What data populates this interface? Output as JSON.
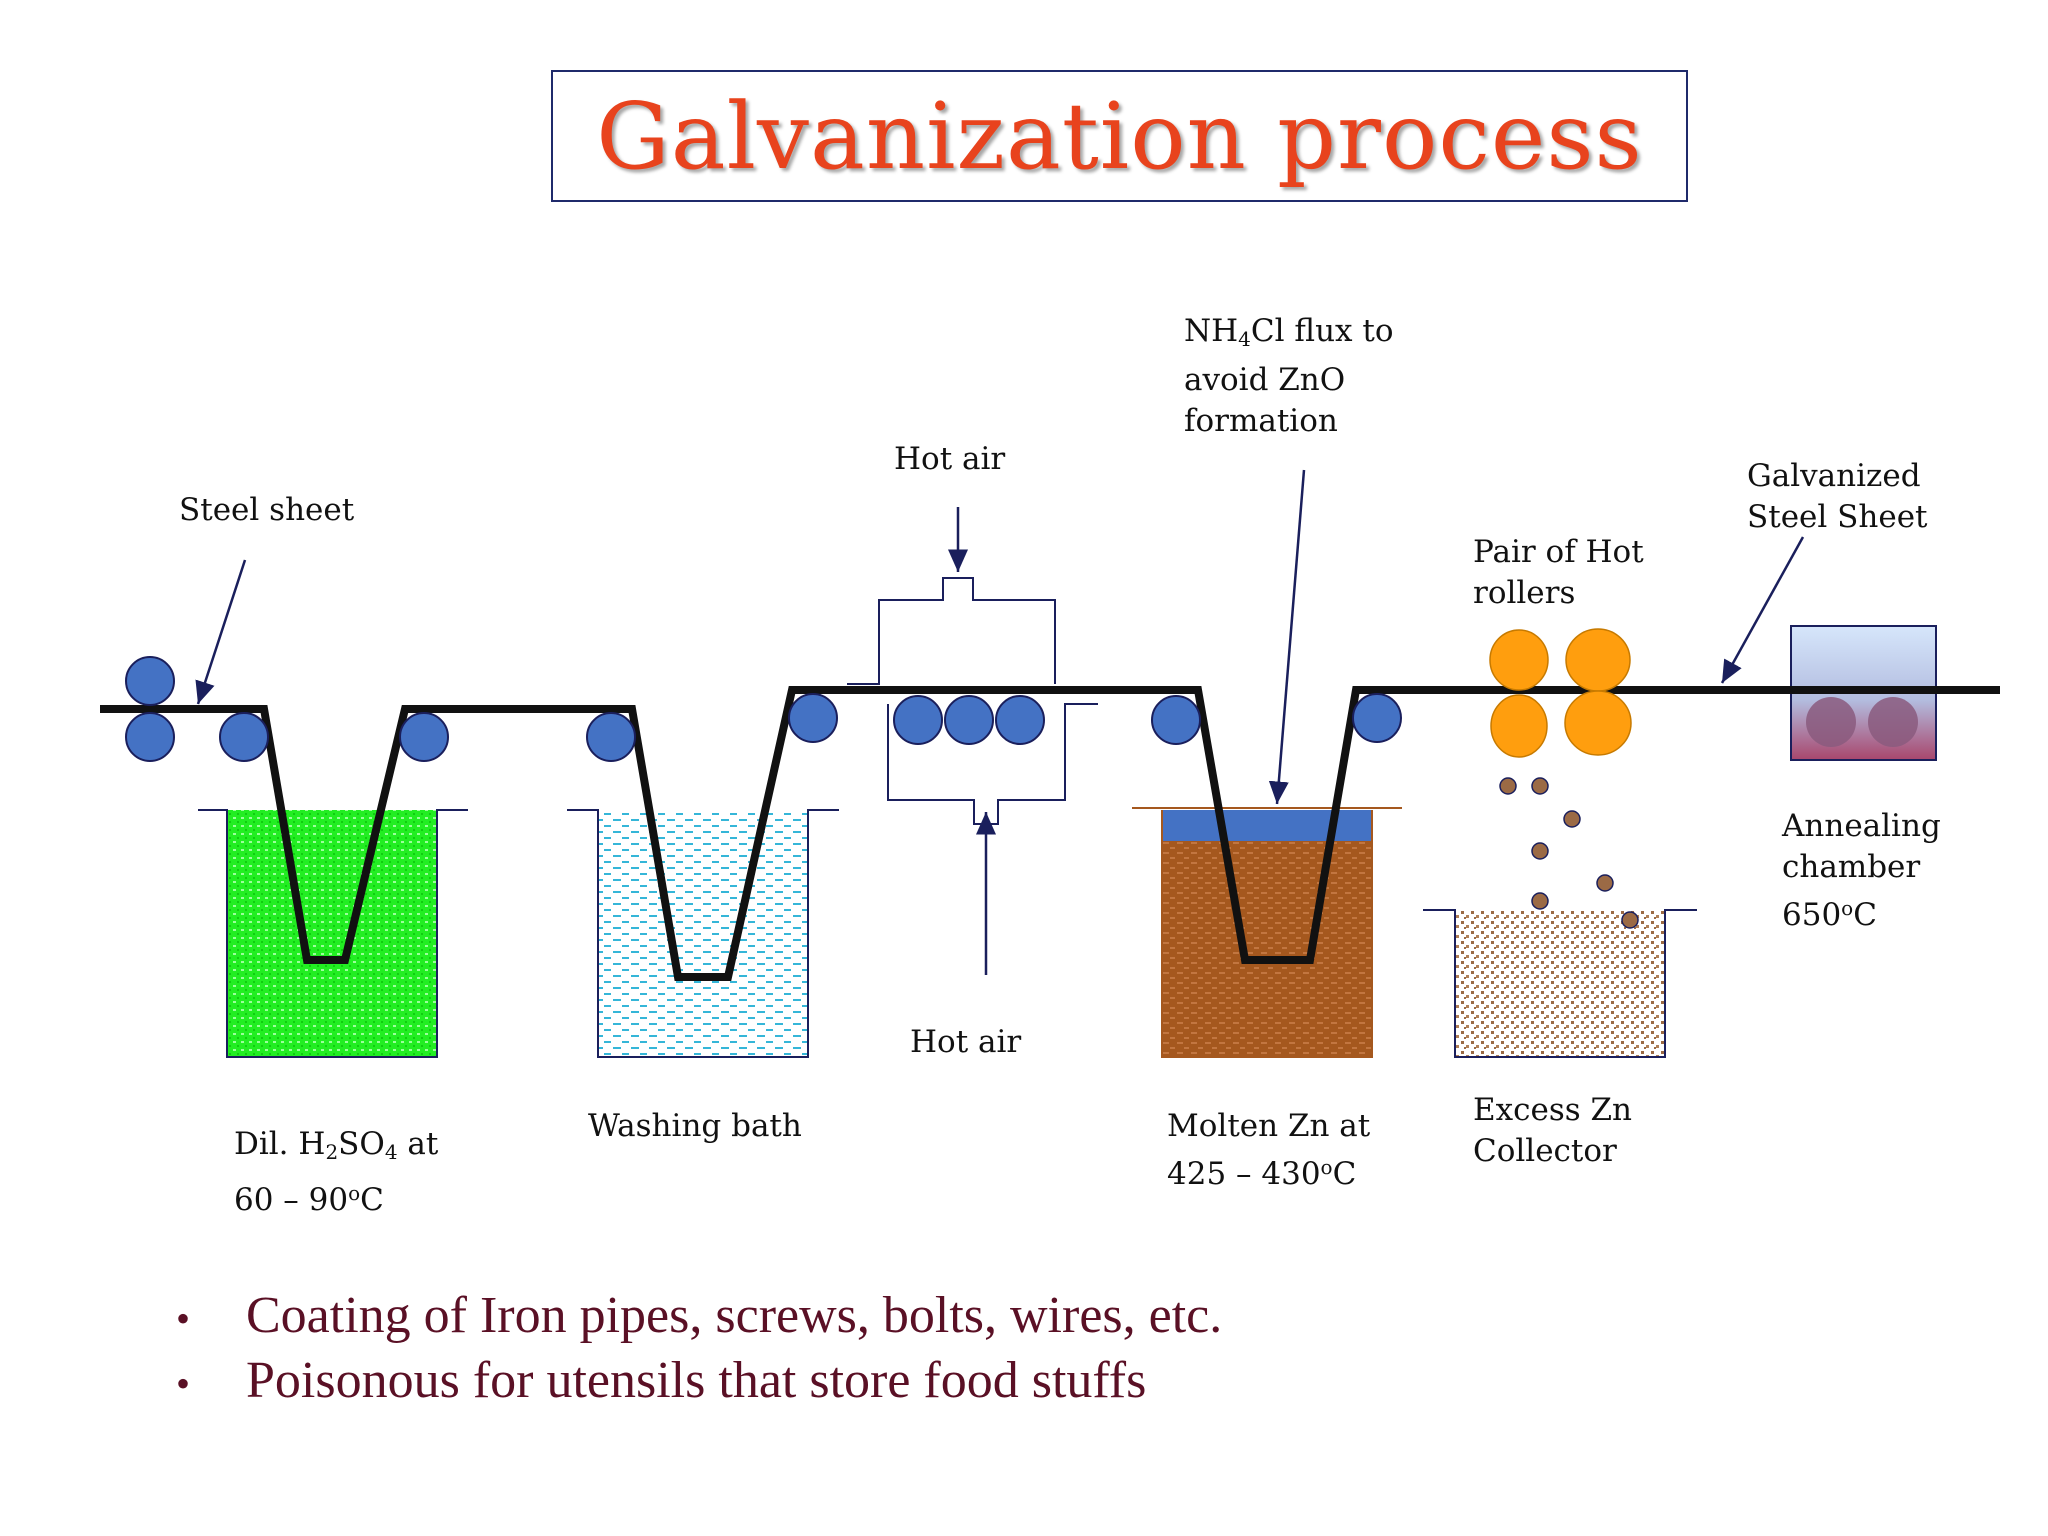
{
  "title": "Galvanization process",
  "labels": {
    "steel_sheet": "Steel sheet",
    "hot_air_top": "Hot air",
    "hot_air_bottom": "Hot air",
    "flux_pre": "NH",
    "flux_sub": "4",
    "flux_post": "Cl flux to",
    "flux_line2": "avoid ZnO",
    "flux_line3": "formation",
    "galvanized_line1": "Galvanized",
    "galvanized_line2": "Steel Sheet",
    "hot_rollers_line1": "Pair of Hot",
    "hot_rollers_line2": "rollers",
    "annealing_line1": "Annealing",
    "annealing_line2": "chamber",
    "annealing_temp_num": "650",
    "annealing_temp_sup": "o",
    "annealing_temp_unit": "C",
    "acid_pre": "Dil. H",
    "acid_sub1": "2",
    "acid_mid": "SO",
    "acid_sub2": "4",
    "acid_post": " at",
    "acid_temp_num": "60 – 90",
    "acid_temp_sup": "o",
    "acid_temp_unit": "C",
    "washing_bath": "Washing bath",
    "molten_line1": "Molten Zn at",
    "molten_temp_num": "425 – 430",
    "molten_temp_sup": "o",
    "molten_temp_unit": "C",
    "excess_line1": "Excess Zn",
    "excess_line2": "Collector"
  },
  "bullets": [
    "Coating of Iron pipes, screws, bolts, wires, etc.",
    "Poisonous for utensils that store food stuffs"
  ],
  "colors": {
    "title": "#e8431d",
    "roller_blue": "#4472c4",
    "hot_roller_orange": "#ff9e0e",
    "acid_green": "#22ee22",
    "water_cyan": "#35b6d8",
    "molten_brown": "#a5581e",
    "flux_blue": "#4472c4",
    "zinc_drop": "#9b6a45",
    "bullet_text": "#5a1025",
    "arrow_navy": "#1a1f5c"
  }
}
